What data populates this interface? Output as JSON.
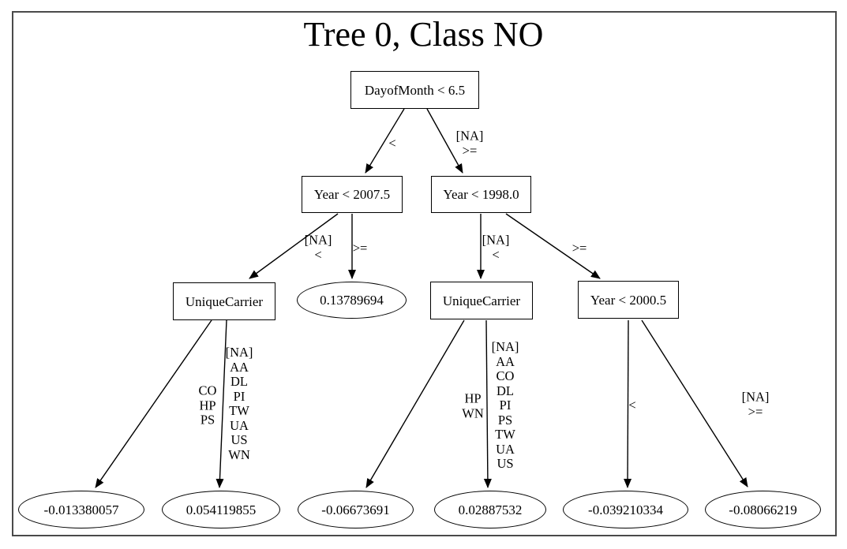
{
  "figure": {
    "title": "Tree 0, Class NO",
    "background_color": "#ffffff",
    "border_color": "#4a4a4a",
    "line_color": "#000000"
  },
  "tree": {
    "nodes": {
      "root": {
        "label": "DayofMonth < 6.5",
        "shape": "rect"
      },
      "split_year_2007": {
        "label": "Year < 2007.5",
        "shape": "rect"
      },
      "split_year_1998": {
        "label": "Year < 1998.0",
        "shape": "rect"
      },
      "split_carrier_left": {
        "label": "UniqueCarrier",
        "shape": "rect"
      },
      "leaf_013789694": {
        "label": "0.13789694",
        "shape": "ellipse"
      },
      "split_carrier_right": {
        "label": "UniqueCarrier",
        "shape": "rect"
      },
      "split_year_2000": {
        "label": "Year < 2000.5",
        "shape": "rect"
      },
      "leaf_n0013380057": {
        "label": "-0.013380057",
        "shape": "ellipse"
      },
      "leaf_0054119855": {
        "label": "0.054119855",
        "shape": "ellipse"
      },
      "leaf_n006673691": {
        "label": "-0.06673691",
        "shape": "ellipse"
      },
      "leaf_002887532": {
        "label": "0.02887532",
        "shape": "ellipse"
      },
      "leaf_n0039210334": {
        "label": "-0.039210334",
        "shape": "ellipse"
      },
      "leaf_n008066219": {
        "label": "-0.08066219",
        "shape": "ellipse"
      }
    },
    "edges": {
      "root_lt": {
        "label": "<"
      },
      "root_ge": {
        "label": "[NA]\n>="
      },
      "y2007_lt": {
        "label": "[NA]\n<"
      },
      "y2007_ge": {
        "label": ">="
      },
      "y1998_lt": {
        "label": "[NA]\n<"
      },
      "y1998_ge": {
        "label": ">="
      },
      "carrier_left_a": {
        "label": "CO\nHP\nPS"
      },
      "carrier_left_b": {
        "label": "[NA]\nAA\nDL\nPI\nTW\nUA\nUS\nWN"
      },
      "carrier_right_a": {
        "label": "HP\nWN"
      },
      "carrier_right_b": {
        "label": "[NA]\nAA\nCO\nDL\nPI\nPS\nTW\nUA\nUS"
      },
      "y2000_lt": {
        "label": "<"
      },
      "y2000_ge": {
        "label": "[NA]\n>="
      }
    }
  }
}
